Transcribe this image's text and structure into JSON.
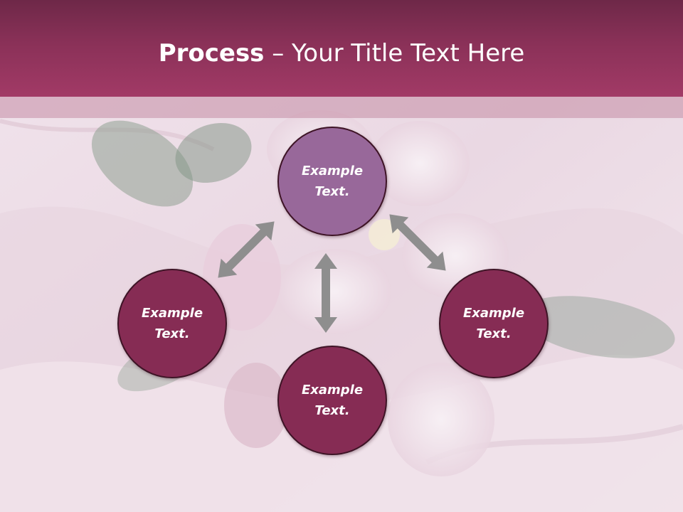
{
  "slide": {
    "title_bold": "Process",
    "title_rest": " – Your Title Text Here"
  },
  "nodes": {
    "top": {
      "line1": "Example",
      "line2": "Text."
    },
    "left": {
      "line1": "Example",
      "line2": "Text."
    },
    "right": {
      "line1": "Example",
      "line2": "Text."
    },
    "bottom": {
      "line1": "Example",
      "line2": "Text."
    }
  },
  "colors": {
    "header": "#8a3158",
    "node_primary": "#862c54",
    "node_highlight": "#98689a",
    "arrow": "#8e8e8e",
    "background": "#efe2ea"
  },
  "icons": [
    "double-arrow-icon"
  ]
}
